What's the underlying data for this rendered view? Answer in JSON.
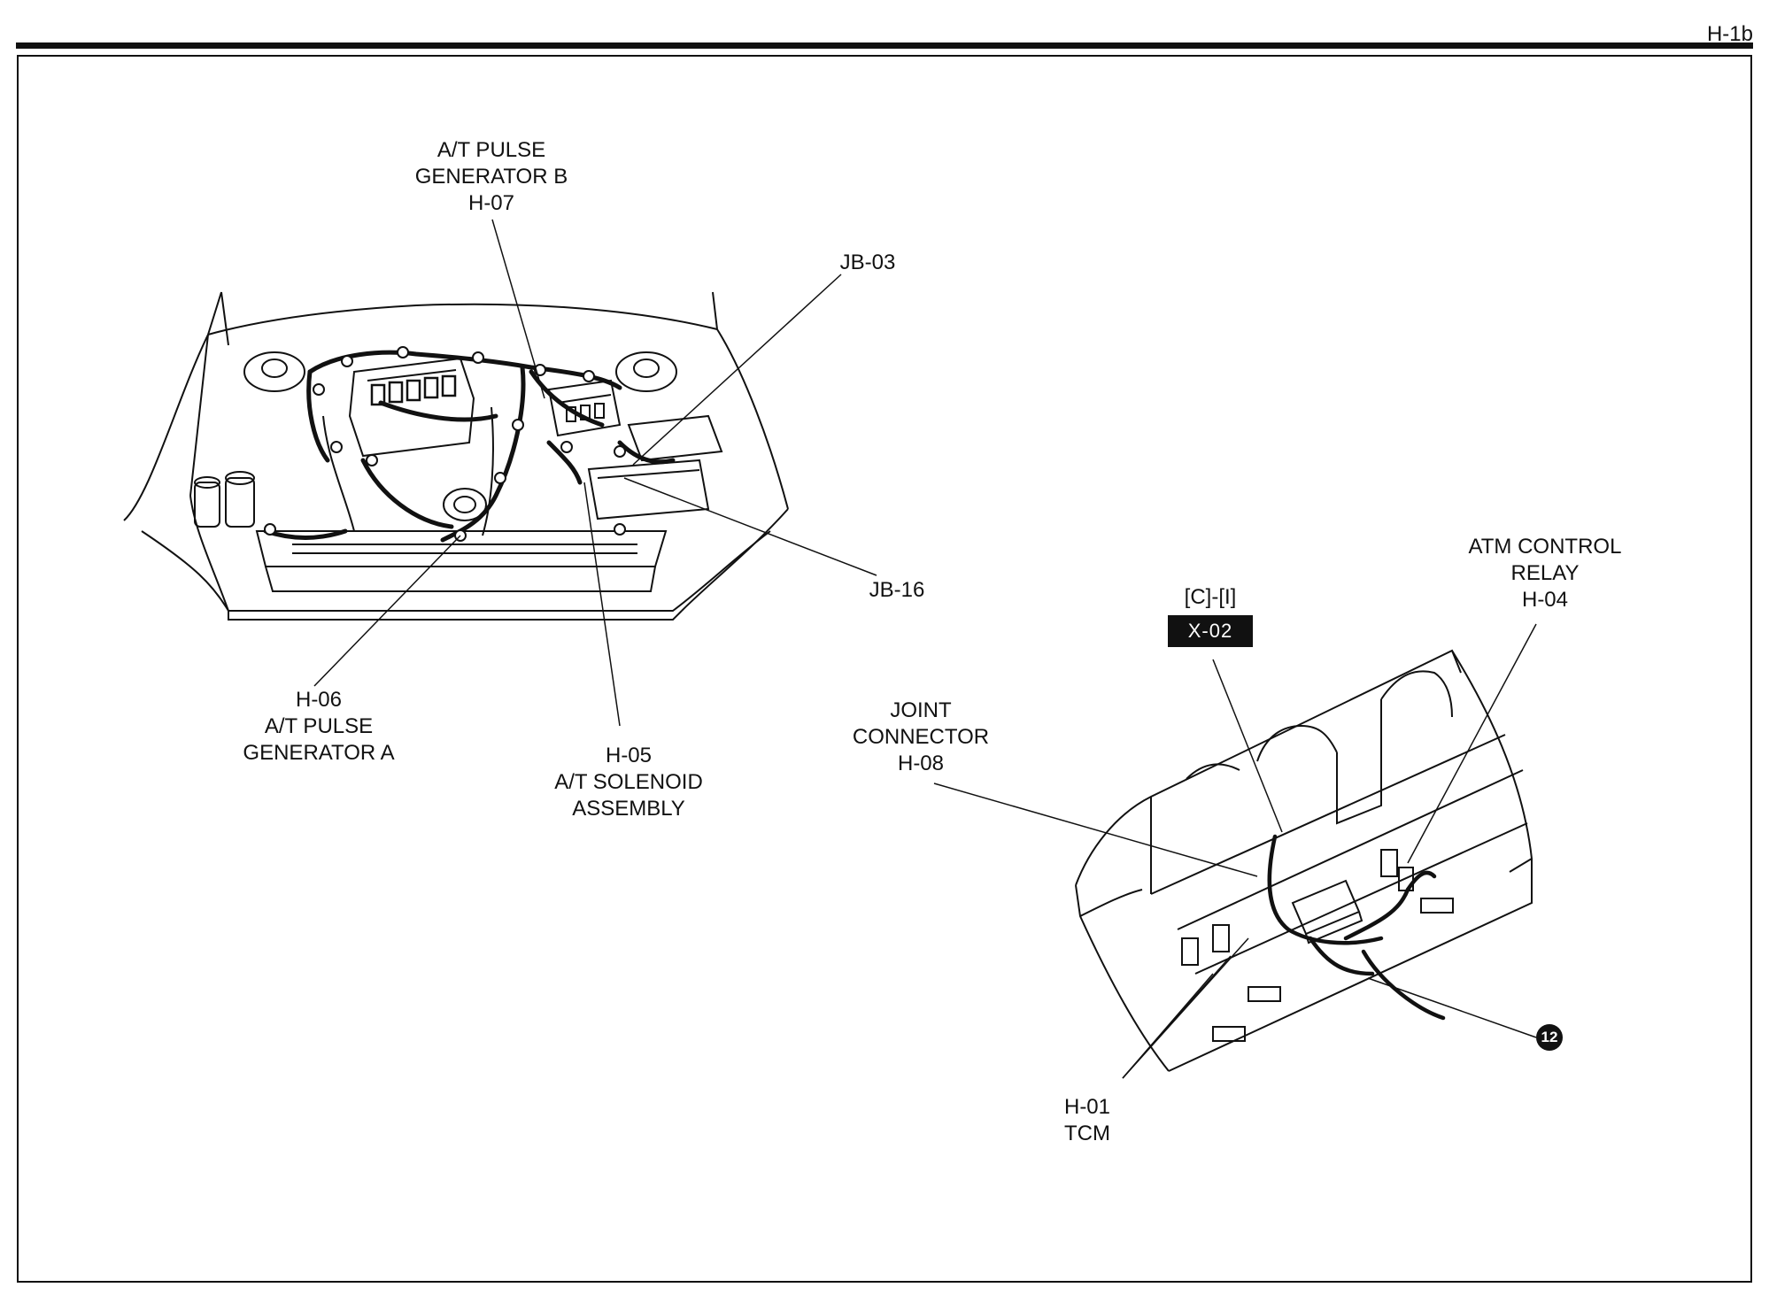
{
  "page_code": "H-1b",
  "labels": {
    "pulse_gen_b": [
      "A/T PULSE",
      "GENERATOR B",
      "H-07"
    ],
    "jb03": [
      "JB-03"
    ],
    "jb16": [
      "JB-16"
    ],
    "pulse_gen_a": [
      "H-06",
      "A/T PULSE",
      "GENERATOR A"
    ],
    "solenoid": [
      "H-05",
      "A/T SOLENOID",
      "ASSEMBLY"
    ],
    "joint_connector": [
      "JOINT",
      "CONNECTOR",
      "H-08"
    ],
    "ci": [
      "[C]-[I]"
    ],
    "x02": "X-02",
    "atm_relay": [
      "ATM CONTROL",
      "RELAY",
      "H-04"
    ],
    "tcm": [
      "H-01",
      "TCM"
    ],
    "badge": "12"
  }
}
